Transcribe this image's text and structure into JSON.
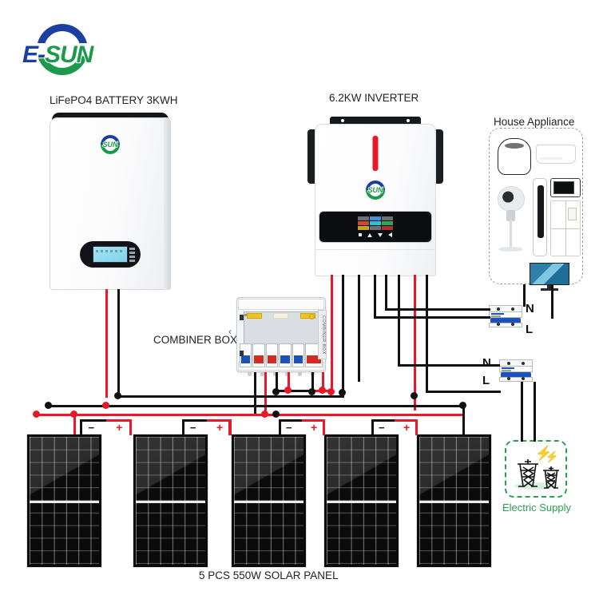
{
  "brand": {
    "logo_text_e": "E-",
    "logo_text_sun": "SUN",
    "logo_blue": "#1a3fa0",
    "logo_green": "#1a9a4a"
  },
  "labels": {
    "battery": "LiFePO4 BATTERY 3KWH",
    "inverter": "6.2KW INVERTER",
    "house_appliance": "House Appliance",
    "combiner_box": "COMBINER BOX",
    "solar_panels": "5 PCS 550W SOLAR PANEL",
    "electric_supply": "Electric Supply"
  },
  "breakers": [
    {
      "id": "ac-output-breaker",
      "neutral": "N",
      "line": "L",
      "label_side": "right"
    },
    {
      "id": "ac-input-breaker",
      "neutral": "N",
      "line": "L",
      "label_side": "left"
    }
  ],
  "terminals": {
    "negative": "−",
    "positive": "+"
  },
  "solar_array": {
    "count": 5,
    "watt_each": "550W",
    "terminal_pairs": 4
  },
  "combiner": {
    "side_text": "COMBINER BOX"
  },
  "appliances": [
    "rice-cooker",
    "split-air-conditioner",
    "stand-fan",
    "tower-air-conditioner",
    "microwave-oven",
    "refrigerator",
    "television"
  ],
  "colors": {
    "dc_positive_wire": "#e8182a",
    "dc_negative_wire": "#111111",
    "grid_accent": "#2aa14f",
    "inverter_stripe": "#e8182a"
  }
}
